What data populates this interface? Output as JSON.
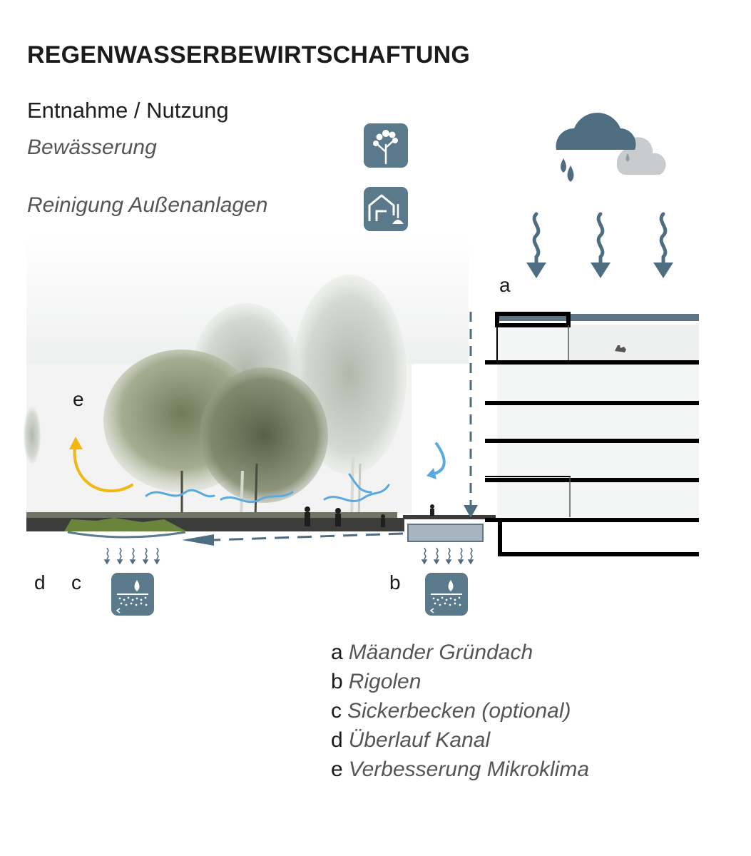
{
  "title": "REGENWASSERBEWIRTSCHAFTUNG",
  "subtitle": "Entnahme / Nutzung",
  "uses": [
    {
      "label": "Bewässerung",
      "icon": "plant-icon"
    },
    {
      "label": "Reinigung Außenanlagen",
      "icon": "house-cleaning-icon"
    }
  ],
  "markers": {
    "a": "a",
    "b": "b",
    "c": "c",
    "d": "d",
    "e": "e"
  },
  "legend": [
    {
      "key": "a",
      "text": "Mäander Gründach"
    },
    {
      "key": "b",
      "text": "Rigolen"
    },
    {
      "key": "c",
      "text": "Sickerbecken (optional)"
    },
    {
      "key": "d",
      "text": "Überlauf Kanal"
    },
    {
      "key": "e",
      "text": "Verbesserung Mikroklima"
    }
  ],
  "colors": {
    "icon_bg": "#5a7a8c",
    "rain": "#4f6d80",
    "water": "#5aa9e0",
    "warm_air": "#f2b713",
    "building": "#000000"
  }
}
